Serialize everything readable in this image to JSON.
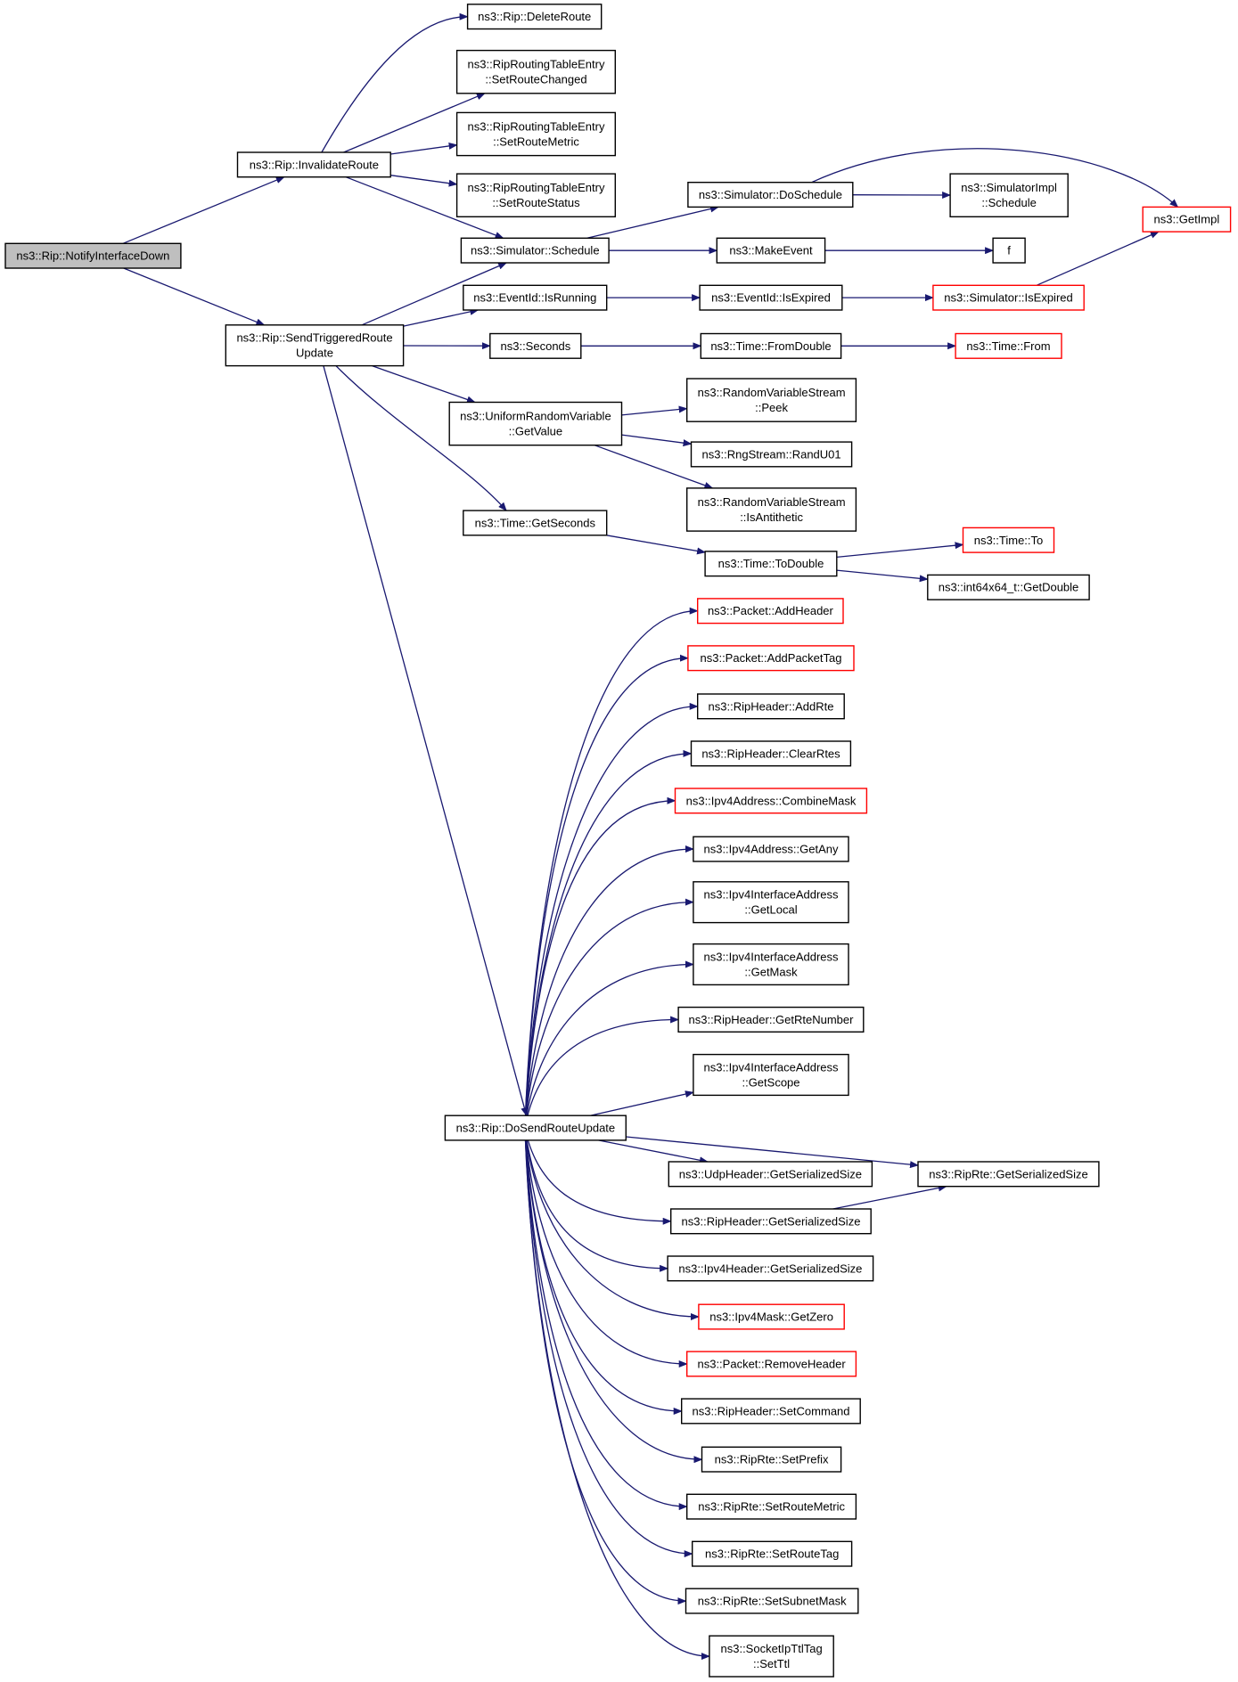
{
  "graph": {
    "nodes": [
      {
        "id": "notify",
        "lines": [
          "ns3::Rip::NotifyInterfaceDown"
        ],
        "style": "root"
      },
      {
        "id": "invalidate",
        "lines": [
          "ns3::Rip::InvalidateRoute"
        ],
        "style": "normal"
      },
      {
        "id": "triggered",
        "lines": [
          "ns3::Rip::SendTriggeredRoute",
          "Update"
        ],
        "style": "normal"
      },
      {
        "id": "deleteRoute",
        "lines": [
          "ns3::Rip::DeleteRoute"
        ],
        "style": "normal"
      },
      {
        "id": "setRouteChanged",
        "lines": [
          "ns3::RipRoutingTableEntry",
          "::SetRouteChanged"
        ],
        "style": "normal"
      },
      {
        "id": "setRouteMetricE",
        "lines": [
          "ns3::RipRoutingTableEntry",
          "::SetRouteMetric"
        ],
        "style": "normal"
      },
      {
        "id": "setRouteStatus",
        "lines": [
          "ns3::RipRoutingTableEntry",
          "::SetRouteStatus"
        ],
        "style": "normal"
      },
      {
        "id": "simSchedule",
        "lines": [
          "ns3::Simulator::Schedule"
        ],
        "style": "normal"
      },
      {
        "id": "isRunning",
        "lines": [
          "ns3::EventId::IsRunning"
        ],
        "style": "normal"
      },
      {
        "id": "seconds",
        "lines": [
          "ns3::Seconds"
        ],
        "style": "normal"
      },
      {
        "id": "uniformGet",
        "lines": [
          "ns3::UniformRandomVariable",
          "::GetValue"
        ],
        "style": "normal"
      },
      {
        "id": "getSeconds",
        "lines": [
          "ns3::Time::GetSeconds"
        ],
        "style": "normal"
      },
      {
        "id": "doSendRoute",
        "lines": [
          "ns3::Rip::DoSendRouteUpdate"
        ],
        "style": "normal"
      },
      {
        "id": "doSchedule",
        "lines": [
          "ns3::Simulator::DoSchedule"
        ],
        "style": "normal"
      },
      {
        "id": "makeEvent",
        "lines": [
          "ns3::MakeEvent"
        ],
        "style": "normal"
      },
      {
        "id": "isExpiredE",
        "lines": [
          "ns3::EventId::IsExpired"
        ],
        "style": "normal"
      },
      {
        "id": "fromDouble",
        "lines": [
          "ns3::Time::FromDouble"
        ],
        "style": "normal"
      },
      {
        "id": "peek",
        "lines": [
          "ns3::RandomVariableStream",
          "::Peek"
        ],
        "style": "normal"
      },
      {
        "id": "randU01",
        "lines": [
          "ns3::RngStream::RandU01"
        ],
        "style": "normal"
      },
      {
        "id": "isAntithetic",
        "lines": [
          "ns3::RandomVariableStream",
          "::IsAntithetic"
        ],
        "style": "normal"
      },
      {
        "id": "toDouble",
        "lines": [
          "ns3::Time::ToDouble"
        ],
        "style": "normal"
      },
      {
        "id": "implSchedule",
        "lines": [
          "ns3::SimulatorImpl",
          "::Schedule"
        ],
        "style": "normal"
      },
      {
        "id": "f",
        "lines": [
          "f"
        ],
        "style": "normal"
      },
      {
        "id": "simIsExpired",
        "lines": [
          "ns3::Simulator::IsExpired"
        ],
        "style": "red"
      },
      {
        "id": "timeFrom",
        "lines": [
          "ns3::Time::From"
        ],
        "style": "red"
      },
      {
        "id": "timeTo",
        "lines": [
          "ns3::Time::To"
        ],
        "style": "red"
      },
      {
        "id": "getDouble",
        "lines": [
          "ns3::int64x64_t::GetDouble"
        ],
        "style": "normal"
      },
      {
        "id": "getImpl",
        "lines": [
          "ns3::GetImpl"
        ],
        "style": "red"
      },
      {
        "id": "addHeader",
        "lines": [
          "ns3::Packet::AddHeader"
        ],
        "style": "red"
      },
      {
        "id": "addPacketTag",
        "lines": [
          "ns3::Packet::AddPacketTag"
        ],
        "style": "red"
      },
      {
        "id": "addRte",
        "lines": [
          "ns3::RipHeader::AddRte"
        ],
        "style": "normal"
      },
      {
        "id": "clearRtes",
        "lines": [
          "ns3::RipHeader::ClearRtes"
        ],
        "style": "normal"
      },
      {
        "id": "combineMask",
        "lines": [
          "ns3::Ipv4Address::CombineMask"
        ],
        "style": "red"
      },
      {
        "id": "getAny",
        "lines": [
          "ns3::Ipv4Address::GetAny"
        ],
        "style": "normal"
      },
      {
        "id": "getLocal",
        "lines": [
          "ns3::Ipv4InterfaceAddress",
          "::GetLocal"
        ],
        "style": "normal"
      },
      {
        "id": "getMask",
        "lines": [
          "ns3::Ipv4InterfaceAddress",
          "::GetMask"
        ],
        "style": "normal"
      },
      {
        "id": "getRteNumber",
        "lines": [
          "ns3::RipHeader::GetRteNumber"
        ],
        "style": "normal"
      },
      {
        "id": "getScope",
        "lines": [
          "ns3::Ipv4InterfaceAddress",
          "::GetScope"
        ],
        "style": "normal"
      },
      {
        "id": "udpSize",
        "lines": [
          "ns3::UdpHeader::GetSerializedSize"
        ],
        "style": "normal"
      },
      {
        "id": "ripHeaderSize",
        "lines": [
          "ns3::RipHeader::GetSerializedSize"
        ],
        "style": "normal"
      },
      {
        "id": "ipv4HeaderSize",
        "lines": [
          "ns3::Ipv4Header::GetSerializedSize"
        ],
        "style": "normal"
      },
      {
        "id": "getZero",
        "lines": [
          "ns3::Ipv4Mask::GetZero"
        ],
        "style": "red"
      },
      {
        "id": "removeHeader",
        "lines": [
          "ns3::Packet::RemoveHeader"
        ],
        "style": "red"
      },
      {
        "id": "setCommand",
        "lines": [
          "ns3::RipHeader::SetCommand"
        ],
        "style": "normal"
      },
      {
        "id": "setPrefix",
        "lines": [
          "ns3::RipRte::SetPrefix"
        ],
        "style": "normal"
      },
      {
        "id": "rteSetRouteMetric",
        "lines": [
          "ns3::RipRte::SetRouteMetric"
        ],
        "style": "normal"
      },
      {
        "id": "setRouteTag",
        "lines": [
          "ns3::RipRte::SetRouteTag"
        ],
        "style": "normal"
      },
      {
        "id": "setSubnetMask",
        "lines": [
          "ns3::RipRte::SetSubnetMask"
        ],
        "style": "normal"
      },
      {
        "id": "setTtl",
        "lines": [
          "ns3::SocketIpTtlTag",
          "::SetTtl"
        ],
        "style": "normal"
      },
      {
        "id": "rteSize",
        "lines": [
          "ns3::RipRte::GetSerializedSize"
        ],
        "style": "normal"
      }
    ],
    "edges": [
      [
        "notify",
        "invalidate"
      ],
      [
        "notify",
        "triggered"
      ],
      [
        "invalidate",
        "deleteRoute"
      ],
      [
        "invalidate",
        "setRouteChanged"
      ],
      [
        "invalidate",
        "setRouteMetricE"
      ],
      [
        "invalidate",
        "setRouteStatus"
      ],
      [
        "invalidate",
        "simSchedule"
      ],
      [
        "triggered",
        "simSchedule"
      ],
      [
        "triggered",
        "isRunning"
      ],
      [
        "triggered",
        "seconds"
      ],
      [
        "triggered",
        "uniformGet"
      ],
      [
        "triggered",
        "getSeconds"
      ],
      [
        "triggered",
        "doSendRoute"
      ],
      [
        "simSchedule",
        "doSchedule"
      ],
      [
        "simSchedule",
        "makeEvent"
      ],
      [
        "doSchedule",
        "implSchedule"
      ],
      [
        "doSchedule",
        "getImpl"
      ],
      [
        "makeEvent",
        "f"
      ],
      [
        "isRunning",
        "isExpiredE"
      ],
      [
        "isExpiredE",
        "simIsExpired"
      ],
      [
        "simIsExpired",
        "getImpl"
      ],
      [
        "seconds",
        "fromDouble"
      ],
      [
        "fromDouble",
        "timeFrom"
      ],
      [
        "uniformGet",
        "peek"
      ],
      [
        "uniformGet",
        "randU01"
      ],
      [
        "uniformGet",
        "isAntithetic"
      ],
      [
        "getSeconds",
        "toDouble"
      ],
      [
        "toDouble",
        "timeTo"
      ],
      [
        "toDouble",
        "getDouble"
      ],
      [
        "doSendRoute",
        "addHeader"
      ],
      [
        "doSendRoute",
        "addPacketTag"
      ],
      [
        "doSendRoute",
        "addRte"
      ],
      [
        "doSendRoute",
        "clearRtes"
      ],
      [
        "doSendRoute",
        "combineMask"
      ],
      [
        "doSendRoute",
        "getAny"
      ],
      [
        "doSendRoute",
        "getLocal"
      ],
      [
        "doSendRoute",
        "getMask"
      ],
      [
        "doSendRoute",
        "getRteNumber"
      ],
      [
        "doSendRoute",
        "getScope"
      ],
      [
        "doSendRoute",
        "rteSize"
      ],
      [
        "doSendRoute",
        "udpSize"
      ],
      [
        "doSendRoute",
        "ripHeaderSize"
      ],
      [
        "doSendRoute",
        "ipv4HeaderSize"
      ],
      [
        "doSendRoute",
        "getZero"
      ],
      [
        "doSendRoute",
        "removeHeader"
      ],
      [
        "doSendRoute",
        "setCommand"
      ],
      [
        "doSendRoute",
        "setPrefix"
      ],
      [
        "doSendRoute",
        "rteSetRouteMetric"
      ],
      [
        "doSendRoute",
        "setRouteTag"
      ],
      [
        "doSendRoute",
        "setSubnetMask"
      ],
      [
        "doSendRoute",
        "setTtl"
      ],
      [
        "ripHeaderSize",
        "rteSize"
      ]
    ]
  },
  "colors": {
    "edge": "#191970",
    "red_border": "#ff0000",
    "root_fill": "#bfbfbf",
    "border": "#000000"
  }
}
